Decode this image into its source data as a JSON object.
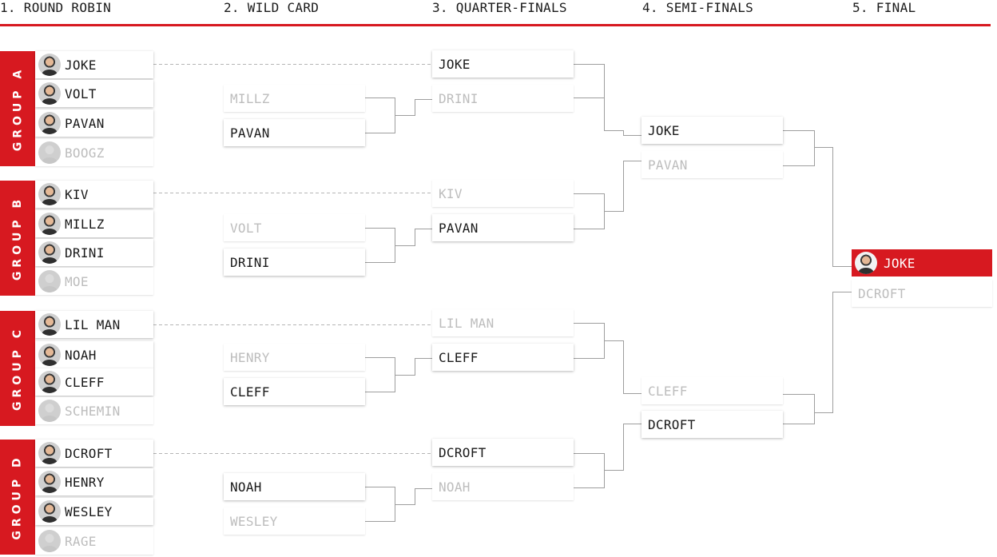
{
  "rounds": [
    {
      "label": "1. ROUND ROBIN"
    },
    {
      "label": "2. WILD CARD"
    },
    {
      "label": "3. QUARTER-FINALS"
    },
    {
      "label": "4. SEMI-FINALS"
    },
    {
      "label": "5. FINAL"
    }
  ],
  "colors": {
    "accent": "#d71920",
    "text": "#1a1a1a",
    "eliminated": "#bdbdbd"
  },
  "groups": [
    {
      "label": "GROUP A",
      "players": [
        {
          "name": "JOKE",
          "advanced": true
        },
        {
          "name": "VOLT",
          "advanced": true
        },
        {
          "name": "PAVAN",
          "advanced": true
        },
        {
          "name": "BOOGZ",
          "advanced": false
        }
      ]
    },
    {
      "label": "GROUP B",
      "players": [
        {
          "name": "KIV",
          "advanced": true
        },
        {
          "name": "MILLZ",
          "advanced": true
        },
        {
          "name": "DRINI",
          "advanced": true
        },
        {
          "name": "MOE",
          "advanced": false
        }
      ]
    },
    {
      "label": "GROUP C",
      "players": [
        {
          "name": "LIL MAN",
          "advanced": true
        },
        {
          "name": "NOAH",
          "advanced": true
        },
        {
          "name": "CLEFF",
          "advanced": true
        },
        {
          "name": "SCHEMIN",
          "advanced": false
        }
      ]
    },
    {
      "label": "GROUP D",
      "players": [
        {
          "name": "DCROFT",
          "advanced": true
        },
        {
          "name": "HENRY",
          "advanced": true
        },
        {
          "name": "WESLEY",
          "advanced": true
        },
        {
          "name": "RAGE",
          "advanced": false
        }
      ]
    }
  ],
  "wild_card": [
    {
      "top": {
        "name": "MILLZ",
        "won": false
      },
      "bottom": {
        "name": "PAVAN",
        "won": true
      }
    },
    {
      "top": {
        "name": "VOLT",
        "won": false
      },
      "bottom": {
        "name": "DRINI",
        "won": true
      }
    },
    {
      "top": {
        "name": "HENRY",
        "won": false
      },
      "bottom": {
        "name": "CLEFF",
        "won": true
      }
    },
    {
      "top": {
        "name": "NOAH",
        "won": true
      },
      "bottom": {
        "name": "WESLEY",
        "won": false
      }
    }
  ],
  "quarter_finals": [
    {
      "top": {
        "name": "JOKE",
        "won": true
      },
      "bottom": {
        "name": "DRINI",
        "won": false
      }
    },
    {
      "top": {
        "name": "KIV",
        "won": false
      },
      "bottom": {
        "name": "PAVAN",
        "won": true
      }
    },
    {
      "top": {
        "name": "LIL MAN",
        "won": false
      },
      "bottom": {
        "name": "CLEFF",
        "won": true
      }
    },
    {
      "top": {
        "name": "DCROFT",
        "won": true
      },
      "bottom": {
        "name": "NOAH",
        "won": false
      }
    }
  ],
  "semi_finals": [
    {
      "top": {
        "name": "JOKE",
        "won": true
      },
      "bottom": {
        "name": "PAVAN",
        "won": false
      }
    },
    {
      "top": {
        "name": "CLEFF",
        "won": false
      },
      "bottom": {
        "name": "DCROFT",
        "won": true
      }
    }
  ],
  "final": {
    "top": {
      "name": "JOKE",
      "won": true
    },
    "bottom": {
      "name": "DCROFT",
      "won": false
    }
  }
}
